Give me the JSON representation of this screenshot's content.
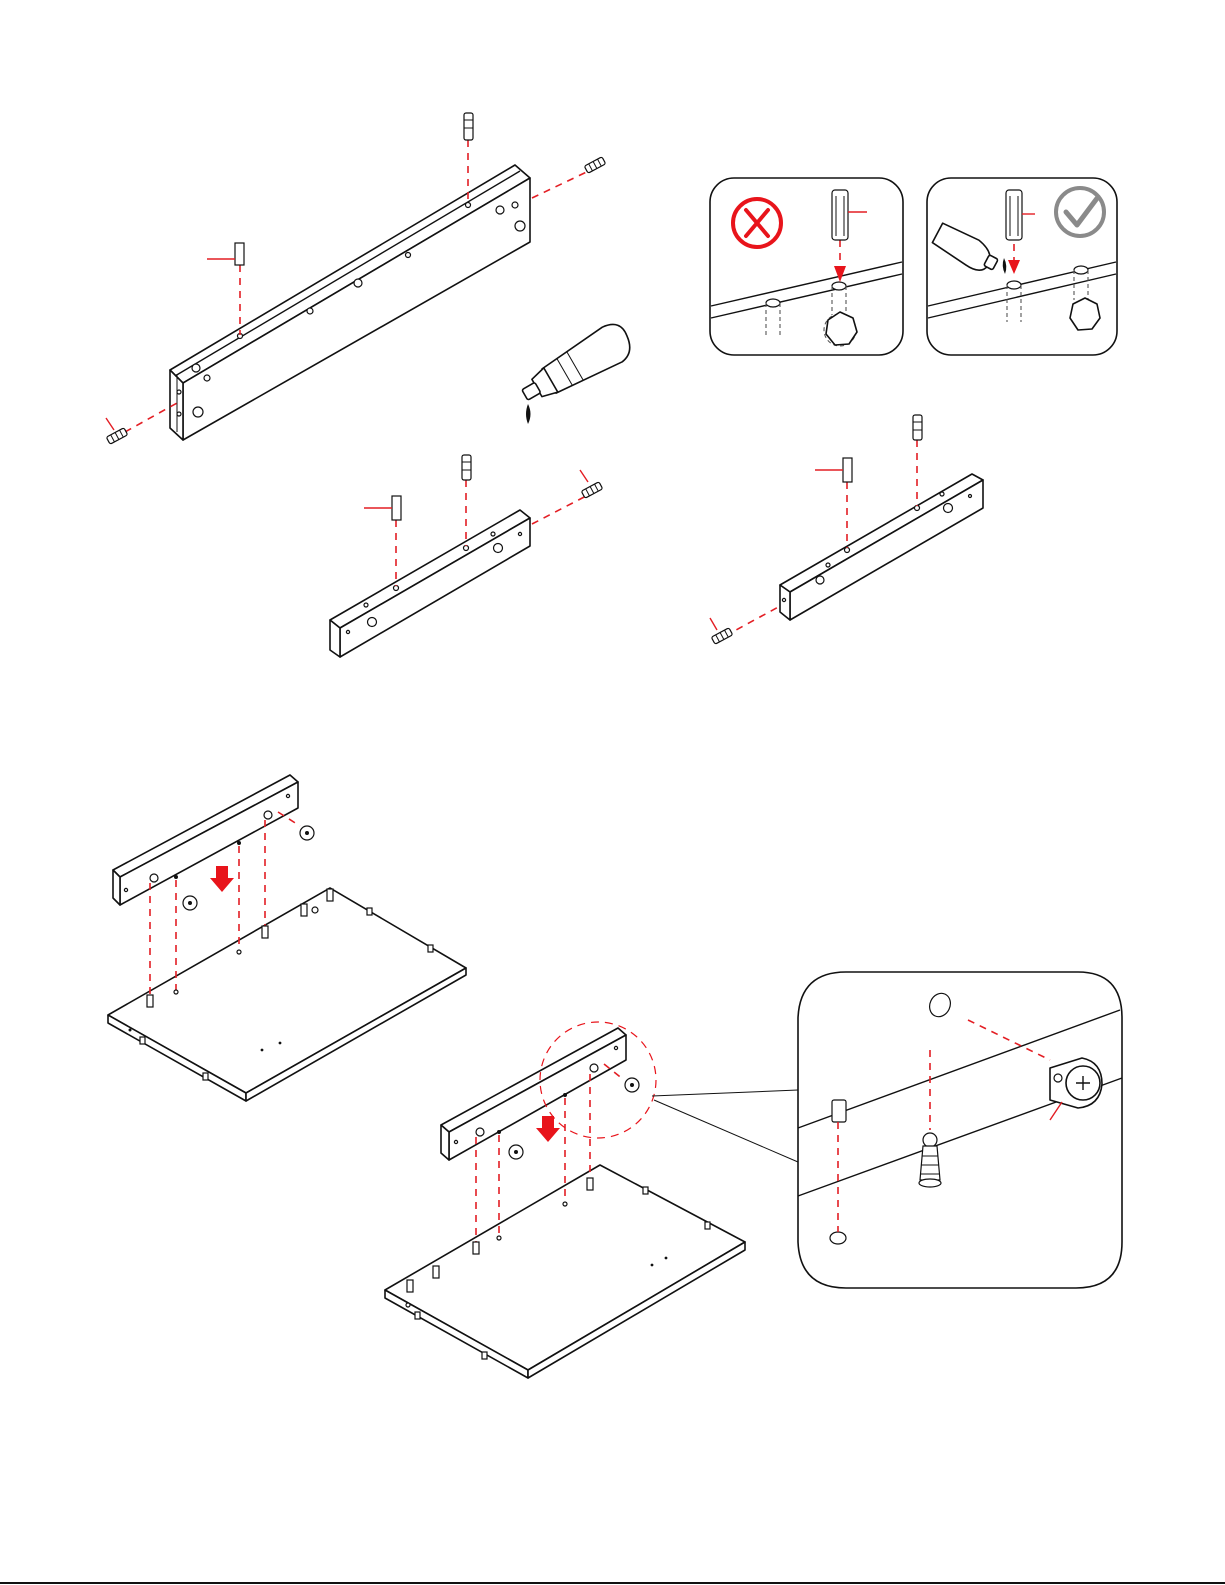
{
  "page": {
    "background": "#ffffff"
  },
  "colors": {
    "line": "#111111",
    "accent_red": "#e8141b",
    "guide_red": "#e31e24",
    "ok_gray": "#8a8a8a"
  },
  "icons": {
    "wrong": "cross-in-circle-icon",
    "right": "checkmark-in-circle-icon",
    "glue": "glue-bottle-icon",
    "push": "down-arrow-icon"
  },
  "panels": {
    "top_left": "long-rail-with-dowels-and-bolts",
    "glue_wrong": "dowel-without-glue",
    "glue_right": "dowel-with-glue",
    "mid_left": "short-rail-a",
    "mid_right": "short-rail-b",
    "bottom_left": "rail-on-board-step-1",
    "bottom_right": "rail-on-board-step-2",
    "zoom": "cam-lock-detail"
  }
}
